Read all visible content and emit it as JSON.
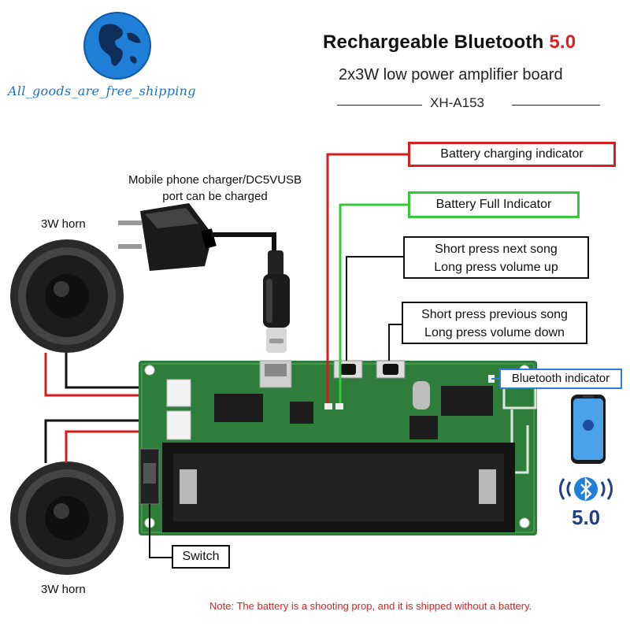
{
  "store": {
    "name": "All_goods_are_free_shipping"
  },
  "header": {
    "title": "Rechargeable Bluetooth",
    "title_version": "5.0",
    "subtitle": "2x3W low power amplifier board",
    "model": "XH-A153"
  },
  "labels": {
    "charger_line1": "Mobile phone charger/DC5VUSB",
    "charger_line2": "port can be charged",
    "horn_top": "3W horn",
    "horn_bottom": "3W horn",
    "switch": "Switch"
  },
  "callouts": {
    "charging": "Battery charging indicator",
    "full": "Battery Full Indicator",
    "next_line1": "Short press next song",
    "next_line2": "Long press volume up",
    "prev_line1": "Short press previous song",
    "prev_line2": "Long press volume down",
    "bluetooth": "Bluetooth indicator"
  },
  "badge": {
    "version": "5.0"
  },
  "note": "Note: The battery is a shooting prop, and it is shipped without a battery.",
  "colors": {
    "red": "#d82020",
    "green": "#35c83a",
    "blue": "#2b7fd9",
    "pcb": "#2e7d3a",
    "brand_blue": "#1b73c9"
  },
  "icons": [
    "globe-icon",
    "power-plug-icon",
    "usb-c-cable-icon",
    "speaker-icon",
    "phone-icon",
    "bluetooth-icon"
  ]
}
